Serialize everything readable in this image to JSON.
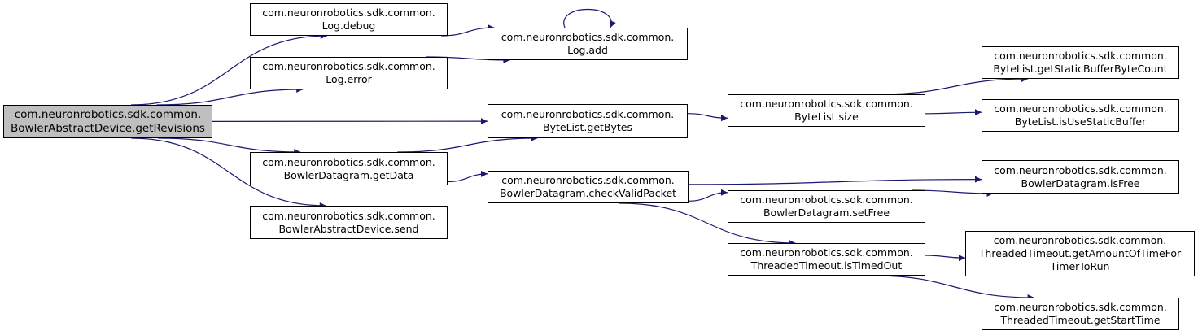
{
  "colors": {
    "edge": "#191970",
    "root_fill": "#bfbfbf",
    "node_fill": "#ffffff",
    "border": "#000000"
  },
  "nodes": {
    "root": [
      "com.neuronrobotics.sdk.common.",
      "BowlerAbstractDevice.getRevisions"
    ],
    "log_debug": [
      "com.neuronrobotics.sdk.common.",
      "Log.debug"
    ],
    "log_error": [
      "com.neuronrobotics.sdk.common.",
      "Log.error"
    ],
    "log_add": [
      "com.neuronrobotics.sdk.common.",
      "Log.add"
    ],
    "get_bytes": [
      "com.neuronrobotics.sdk.common.",
      "ByteList.getBytes"
    ],
    "get_data": [
      "com.neuronrobotics.sdk.common.",
      "BowlerDatagram.getData"
    ],
    "send": [
      "com.neuronrobotics.sdk.common.",
      "BowlerAbstractDevice.send"
    ],
    "size": [
      "com.neuronrobotics.sdk.common.",
      "ByteList.size"
    ],
    "check_valid_packet": [
      "com.neuronrobotics.sdk.common.",
      "BowlerDatagram.checkValidPacket"
    ],
    "set_free": [
      "com.neuronrobotics.sdk.common.",
      "BowlerDatagram.setFree"
    ],
    "is_timed_out": [
      "com.neuronrobotics.sdk.common.",
      "ThreadedTimeout.isTimedOut"
    ],
    "get_static_buffer_byte_count": [
      "com.neuronrobotics.sdk.common.",
      "ByteList.getStaticBufferByteCount"
    ],
    "is_use_static_buffer": [
      "com.neuronrobotics.sdk.common.",
      "ByteList.isUseStaticBuffer"
    ],
    "is_free": [
      "com.neuronrobotics.sdk.common.",
      "BowlerDatagram.isFree"
    ],
    "get_amount_of_time_for_timer_to_run": [
      "com.neuronrobotics.sdk.common.",
      "ThreadedTimeout.getAmountOfTimeFor",
      "TimerToRun"
    ],
    "get_start_time": [
      "com.neuronrobotics.sdk.common.",
      "ThreadedTimeout.getStartTime"
    ]
  },
  "edges": [
    [
      "root",
      "log_debug"
    ],
    [
      "root",
      "log_error"
    ],
    [
      "root",
      "get_bytes"
    ],
    [
      "root",
      "get_data"
    ],
    [
      "root",
      "send"
    ],
    [
      "log_debug",
      "log_add"
    ],
    [
      "log_error",
      "log_add"
    ],
    [
      "log_add",
      "log_add"
    ],
    [
      "get_bytes",
      "size"
    ],
    [
      "get_data",
      "get_bytes"
    ],
    [
      "get_data",
      "check_valid_packet"
    ],
    [
      "size",
      "get_static_buffer_byte_count"
    ],
    [
      "size",
      "is_use_static_buffer"
    ],
    [
      "check_valid_packet",
      "is_free"
    ],
    [
      "check_valid_packet",
      "set_free"
    ],
    [
      "check_valid_packet",
      "is_timed_out"
    ],
    [
      "set_free",
      "is_free"
    ],
    [
      "is_timed_out",
      "get_amount_of_time_for_timer_to_run"
    ],
    [
      "is_timed_out",
      "get_start_time"
    ]
  ]
}
